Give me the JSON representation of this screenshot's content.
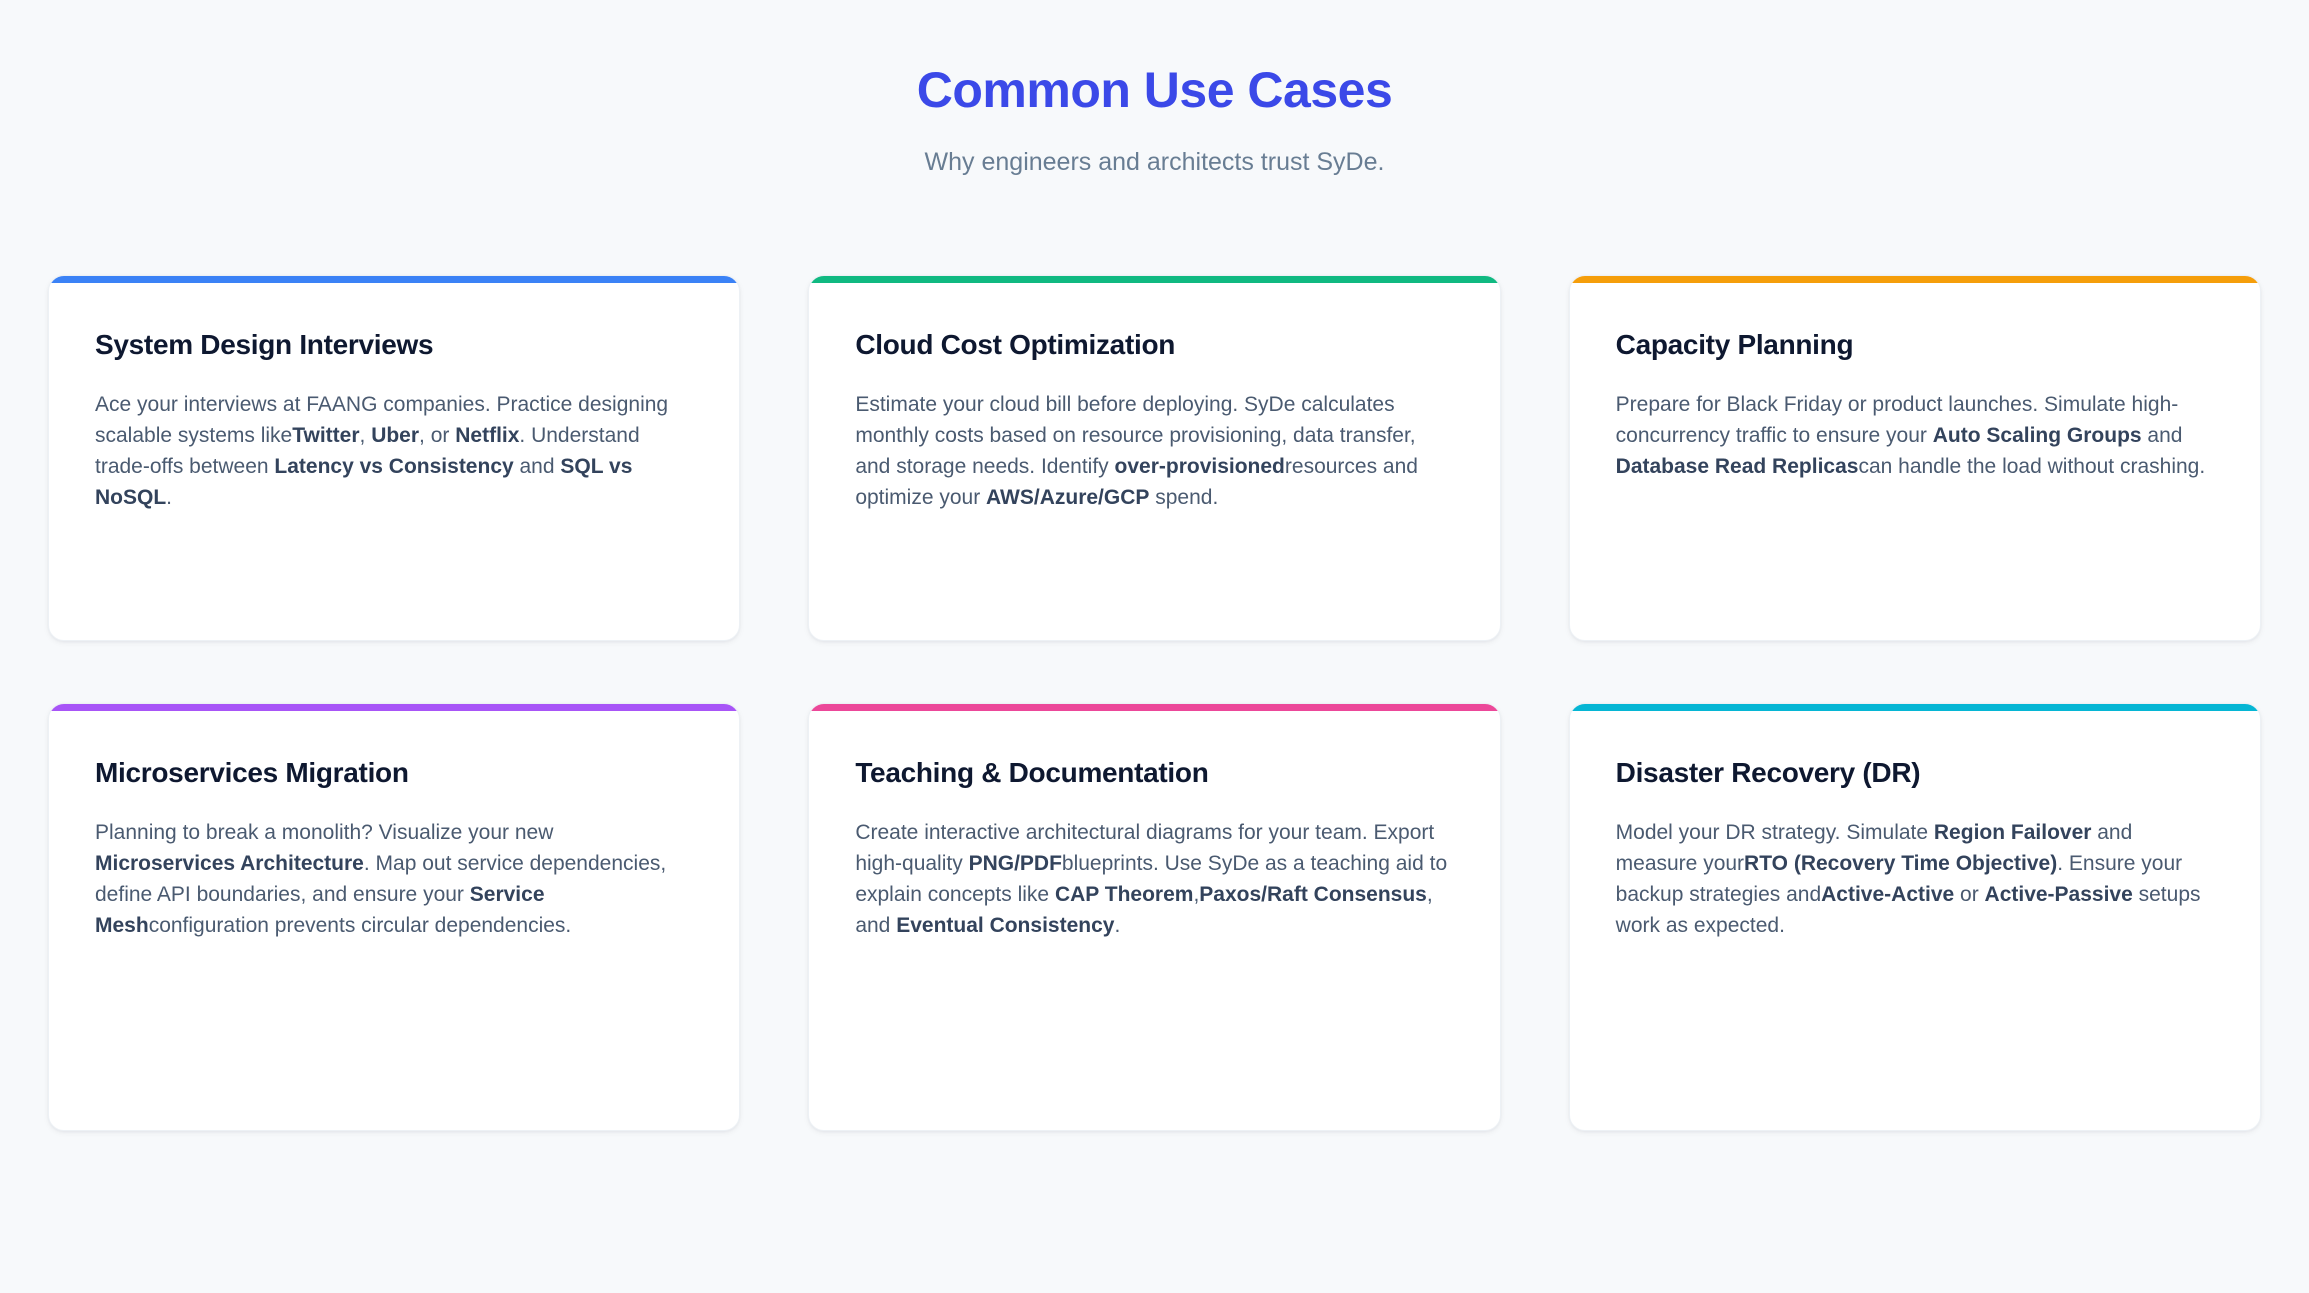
{
  "header": {
    "title": "Common Use Cases",
    "subtitle": "Why engineers and architects trust SyDe.",
    "title_color": "#3b49e8",
    "subtitle_color": "#687d93"
  },
  "page": {
    "background_color": "#f7f9fb",
    "card_background_color": "#ffffff"
  },
  "cards": [
    {
      "id": "system-design-interviews",
      "title": "System Design Interviews",
      "accent_color": "#3b82f6",
      "accent_name": "blue",
      "body_html": "Ace your interviews at FAANG companies. Practice designing scalable systems like<b>Twitter</b>, <b>Uber</b>, or <b>Netflix</b>. Understand trade-offs between <b>Latency vs Consistency</b> and <b>SQL vs NoSQL</b>.",
      "body_text": "Ace your interviews at FAANG companies. Practice designing scalable systems likeTwitter, Uber, or Netflix. Understand trade-offs between Latency vs Consistency and SQL vs NoSQL.",
      "emphasis": [
        "Twitter",
        "Uber",
        "Netflix",
        "Latency vs Consistency",
        "SQL vs NoSQL"
      ]
    },
    {
      "id": "cloud-cost-optimization",
      "title": "Cloud Cost Optimization",
      "accent_color": "#10b981",
      "accent_name": "green",
      "body_html": "Estimate your cloud bill before deploying. SyDe calculates monthly costs based on resource provisioning, data transfer, and storage needs. Identify <b>over-provisioned</b>resources and optimize your <b>AWS/Azure/GCP</b> spend.",
      "body_text": "Estimate your cloud bill before deploying. SyDe calculates monthly costs based on resource provisioning, data transfer, and storage needs. Identify over-provisionedresources and optimize your AWS/Azure/GCP spend.",
      "emphasis": [
        "over-provisioned",
        "AWS/Azure/GCP"
      ]
    },
    {
      "id": "capacity-planning",
      "title": "Capacity Planning",
      "accent_color": "#f59e0b",
      "accent_name": "orange",
      "body_html": "Prepare for Black Friday or product launches. Simulate high-concurrency traffic to ensure your <b>Auto Scaling Groups</b> and <b>Database Read Replicas</b>can handle the load without crashing.",
      "body_text": "Prepare for Black Friday or product launches. Simulate high-concurrency traffic to ensure your Auto Scaling Groups and Database Read Replicascan handle the load without crashing.",
      "emphasis": [
        "Auto Scaling Groups",
        "Database Read Replicas"
      ]
    },
    {
      "id": "microservices-migration",
      "title": "Microservices Migration",
      "accent_color": "#a855f7",
      "accent_name": "purple",
      "body_html": "Planning to break a monolith? Visualize your new <b>Microservices Architecture</b>. Map out service dependencies, define API boundaries, and ensure your <b>Service Mesh</b>configuration prevents circular dependencies.",
      "body_text": "Planning to break a monolith? Visualize your new Microservices Architecture. Map out service dependencies, define API boundaries, and ensure your Service Meshconfiguration prevents circular dependencies.",
      "emphasis": [
        "Microservices Architecture",
        "Service Mesh"
      ]
    },
    {
      "id": "teaching-documentation",
      "title": "Teaching & Documentation",
      "accent_color": "#ec4899",
      "accent_name": "pink",
      "body_html": "Create interactive architectural diagrams for your team. Export high-quality <b>PNG/PDF</b>blueprints. Use SyDe as a teaching aid to explain concepts like <b>CAP Theorem</b>,<b>Paxos/Raft Consensus</b>, and <b>Eventual Consistency</b>.",
      "body_text": "Create interactive architectural diagrams for your team. Export high-quality PNG/PDFblueprints. Use SyDe as a teaching aid to explain concepts like CAP Theorem,Paxos/Raft Consensus, and Eventual Consistency.",
      "emphasis": [
        "PNG/PDF",
        "CAP Theorem",
        "Paxos/Raft Consensus",
        "Eventual Consistency"
      ]
    },
    {
      "id": "disaster-recovery",
      "title": "Disaster Recovery (DR)",
      "accent_color": "#06b6d4",
      "accent_name": "cyan",
      "body_html": "Model your DR strategy. Simulate <b>Region Failover</b> and measure your<b>RTO (Recovery Time Objective)</b>. Ensure your backup strategies and<b>Active-Active</b> or <b>Active-Passive</b> setups work as expected.",
      "body_text": "Model your DR strategy. Simulate Region Failover and measure yourRTO (Recovery Time Objective). Ensure your backup strategies andActive-Active or Active-Passive setups work as expected.",
      "emphasis": [
        "Region Failover",
        "RTO (Recovery Time Objective)",
        "Active-Active",
        "Active-Passive"
      ]
    }
  ]
}
